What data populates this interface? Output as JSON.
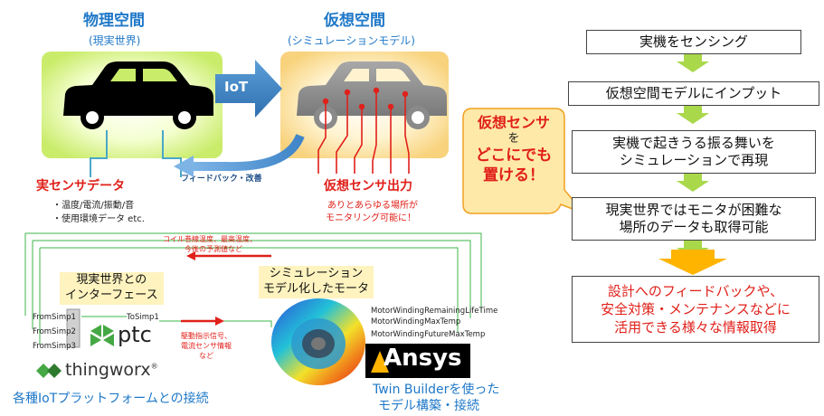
{
  "physical": {
    "title": "物理空間",
    "subtitle": "(現実世界)"
  },
  "virtual": {
    "title": "仮想空間",
    "subtitle": "(シミュレーションモデル)"
  },
  "iot_label": "IoT",
  "feedback_label": "フィードバック・改善",
  "real_sensor": {
    "title": "実センサデータ",
    "line1": "・温度/電流/振動/音",
    "line2": "・使用環境データ etc."
  },
  "virtual_sensor": {
    "title": "仮想センサ出力",
    "line1": "ありとあらゆる場所が",
    "line2": "モニタリング可能に！"
  },
  "top_feedback_text": {
    "line1": "コイル巻線温度、最高温度、",
    "line2": "今後の予測値など"
  },
  "interface": {
    "line1": "現実世界との",
    "line2": "インターフェース"
  },
  "sim_model": {
    "line1": "シミュレーション",
    "line2": "モデル化したモータ"
  },
  "ports": {
    "in1": "FromSimp1",
    "in2": "FromSimp2",
    "in3": "FromSimp3",
    "out1": "ToSimp1"
  },
  "drive_text": {
    "line1": "駆動指示信号、",
    "line2": "電流センサ情報",
    "line3": "など"
  },
  "motor_outputs": {
    "o1": "MotorWindingRemainingLifeTime",
    "o2": "MotorWindingMaxTemp",
    "o3": "MotorWindingFutureMaxTemp"
  },
  "ptc_label": "ptc",
  "thingworx_label": "thingworx",
  "thingworx_mark": "®",
  "ansys_label": "Ansys",
  "bottom_left_caption": "各種IoTプラットフォームとの接続",
  "bottom_right_caption": {
    "line1": "Twin Builderを使った",
    "line2": "モデル構築・接続"
  },
  "callout": {
    "line1": "仮想センサ",
    "line2": "を",
    "line3": "どこにでも",
    "line4": "置ける！"
  },
  "flow": [
    {
      "text": "実機をセンシング"
    },
    {
      "text": "仮想空間モデルにインプット"
    },
    {
      "text": "実機で起きうる振る舞いを\nシミュレーションで再現"
    },
    {
      "text": "現実世界ではモニタが困難な\n場所のデータも取得可能"
    }
  ],
  "result": {
    "line1": "設計へのフィードバックや、",
    "line2": "安全対策・メンテナンスなどに",
    "line3": "活用できる様々な情報取得"
  },
  "colors": {
    "accent_blue": "#1f78c8",
    "accent_red": "#e0201a",
    "arrow_green": "#a9d84a",
    "arrow_orange": "#ffb400",
    "callout_bg": "#ffe9a8",
    "callout_border": "#f0a020"
  }
}
